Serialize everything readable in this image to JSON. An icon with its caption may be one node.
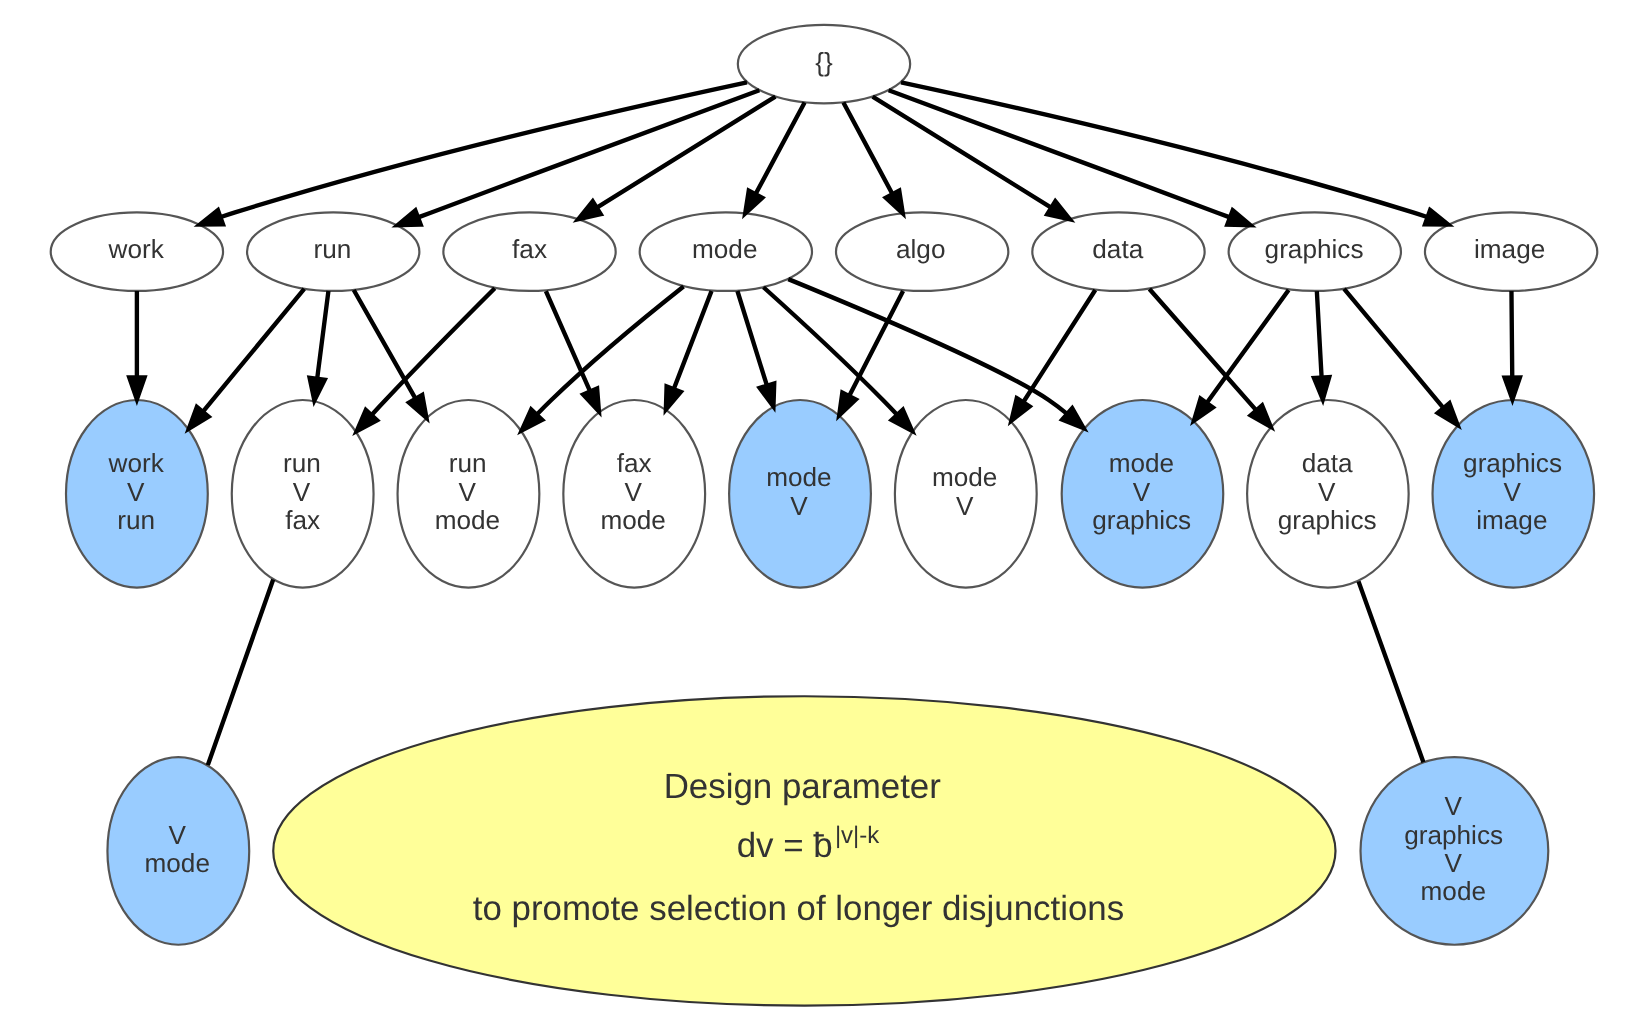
{
  "diagram": {
    "nodes": [
      {
        "text": [
          "{}"
        ]
      },
      {
        "text": [
          "work"
        ]
      },
      {
        "text": [
          "run"
        ]
      },
      {
        "text": [
          "fax"
        ]
      },
      {
        "text": [
          "mode"
        ]
      },
      {
        "text": [
          "algo"
        ]
      },
      {
        "text": [
          "data"
        ]
      },
      {
        "text": [
          "graphics"
        ]
      },
      {
        "text": [
          "image"
        ]
      },
      {
        "text": [
          "work V run"
        ]
      },
      {
        "text": [
          "run V fax"
        ]
      },
      {
        "text": [
          "run V mode"
        ]
      },
      {
        "text": [
          "fax V mode"
        ]
      },
      {
        "text": [
          "mode V"
        ]
      },
      {
        "text": [
          "mode V"
        ]
      },
      {
        "text": [
          "mode V graphics"
        ]
      },
      {
        "text": [
          "data V graphics"
        ]
      },
      {
        "text": [
          "graphics V image"
        ]
      },
      {
        "text": [
          "V mode"
        ]
      },
      {
        "text": [
          "V graphics V mode"
        ]
      },
      {
        "text": [
          "Design parameter",
          "dv = ƀ$^{|v|-k}$",
          "to promote selection of longer disjunctions"
        ]
      }
    ],
    "edges": [
      {
        "from": 0,
        "to": 1,
        "arrow": "to"
      },
      {
        "from": 0,
        "to": 2,
        "arrow": "to"
      },
      {
        "from": 0,
        "to": 3,
        "arrow": "to"
      },
      {
        "from": 0,
        "to": 4,
        "arrow": "to"
      },
      {
        "from": 0,
        "to": 5,
        "arrow": "to"
      },
      {
        "from": 0,
        "to": 6,
        "arrow": "to"
      },
      {
        "from": 0,
        "to": 7,
        "arrow": "to"
      },
      {
        "from": 0,
        "to": 8,
        "arrow": "to"
      },
      {
        "from": 1,
        "to": 9,
        "arrow": "to"
      },
      {
        "from": 2,
        "to": 9,
        "arrow": "to"
      },
      {
        "from": 2,
        "to": 10,
        "arrow": "to"
      },
      {
        "from": 2,
        "to": 11,
        "arrow": "to"
      },
      {
        "from": 3,
        "to": 10,
        "arrow": "to"
      },
      {
        "from": 3,
        "to": 12,
        "arrow": "to"
      },
      {
        "from": 4,
        "to": 11,
        "arrow": "to"
      },
      {
        "from": 4,
        "to": 12,
        "arrow": "to"
      },
      {
        "from": 4,
        "to": 13,
        "arrow": "to"
      },
      {
        "from": 4,
        "to": 14,
        "arrow": "to"
      },
      {
        "from": 4,
        "to": 15,
        "arrow": "to"
      },
      {
        "from": 5,
        "to": 13,
        "arrow": "to"
      },
      {
        "from": 6,
        "to": 14,
        "arrow": "to"
      },
      {
        "from": 6,
        "to": 16,
        "arrow": "to"
      },
      {
        "from": 7,
        "to": 15,
        "arrow": "to"
      },
      {
        "from": 7,
        "to": 16,
        "arrow": "to"
      },
      {
        "from": 7,
        "to": 17,
        "arrow": "to"
      },
      {
        "from": 8,
        "to": 17,
        "arrow": "to"
      },
      {
        "from": 10,
        "to": 18,
        "arrow": "none"
      },
      {
        "from": 16,
        "to": 19,
        "arrow": "none"
      }
    ]
  }
}
